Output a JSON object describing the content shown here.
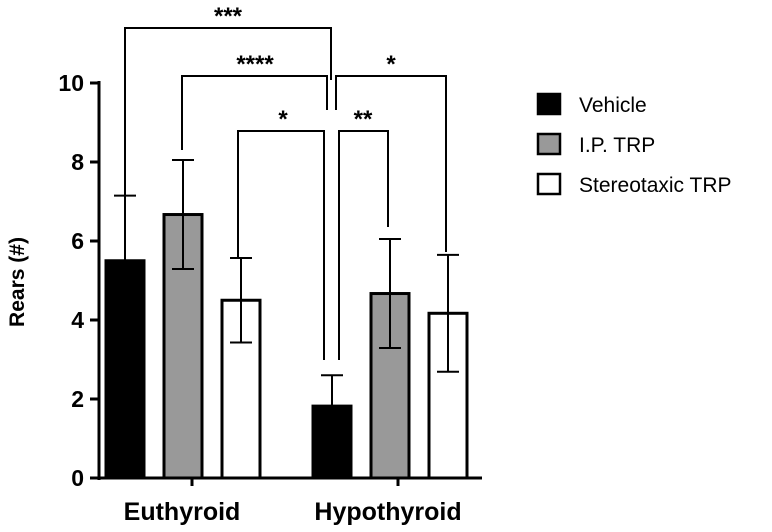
{
  "chart_data": {
    "type": "bar",
    "categories": [
      "Euthyroid",
      "Hypothyroid"
    ],
    "ylabel": "Rears (#)",
    "ylim": [
      0,
      10
    ],
    "yticks": [
      "0",
      "2",
      "4",
      "6",
      "8",
      "10"
    ],
    "legend_position": "right",
    "series": [
      {
        "name": "Vehicle",
        "color": "#000000",
        "values": [
          5.5,
          1.82
        ],
        "errors": [
          1.65,
          0.78
        ]
      },
      {
        "name": "I.P. TRP",
        "color": "#999999",
        "values": [
          6.67,
          4.67
        ],
        "errors": [
          1.38,
          1.38
        ]
      },
      {
        "name": "Stereotaxic TRP",
        "color": "#ffffff",
        "values": [
          4.5,
          4.17
        ],
        "errors": [
          1.07,
          1.48
        ]
      }
    ],
    "significance": [
      {
        "from": [
          0,
          0
        ],
        "to": [
          1,
          0
        ],
        "label": "***"
      },
      {
        "from": [
          0,
          1
        ],
        "to": [
          1,
          0
        ],
        "label": "****"
      },
      {
        "from": [
          0,
          2
        ],
        "to": [
          1,
          0
        ],
        "label": "*"
      },
      {
        "from": [
          1,
          0
        ],
        "to": [
          1,
          1
        ],
        "label": "**"
      },
      {
        "from": [
          1,
          0
        ],
        "to": [
          1,
          2
        ],
        "label": "*"
      }
    ]
  }
}
